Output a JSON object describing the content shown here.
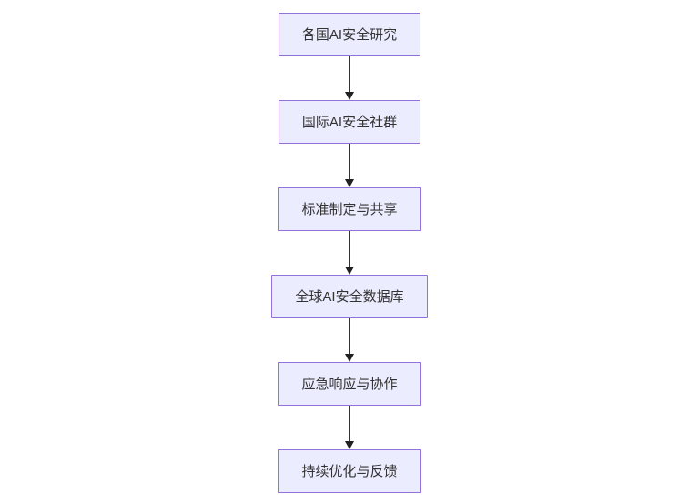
{
  "diagram": {
    "type": "flowchart",
    "direction": "top-to-bottom",
    "nodes": [
      {
        "label": "各国AI安全研究"
      },
      {
        "label": "国际AI安全社群"
      },
      {
        "label": "标准制定与共享"
      },
      {
        "label": "全球AI安全数据库"
      },
      {
        "label": "应急响应与协作"
      },
      {
        "label": "持续优化与反馈"
      }
    ],
    "edges": [
      {
        "from": "各国AI安全研究",
        "to": "国际AI安全社群"
      },
      {
        "from": "国际AI安全社群",
        "to": "标准制定与共享"
      },
      {
        "from": "标准制定与共享",
        "to": "全球AI安全数据库"
      },
      {
        "from": "全球AI安全数据库",
        "to": "应急响应与协作"
      },
      {
        "from": "应急响应与协作",
        "to": "持续优化与反馈"
      }
    ],
    "colors": {
      "node_fill": "#ECECFF",
      "node_border": "#9370DB",
      "node_text": "#333333",
      "edge_line": "#333333",
      "arrowhead": "#1F2020",
      "background": "#FFFFFF"
    }
  }
}
